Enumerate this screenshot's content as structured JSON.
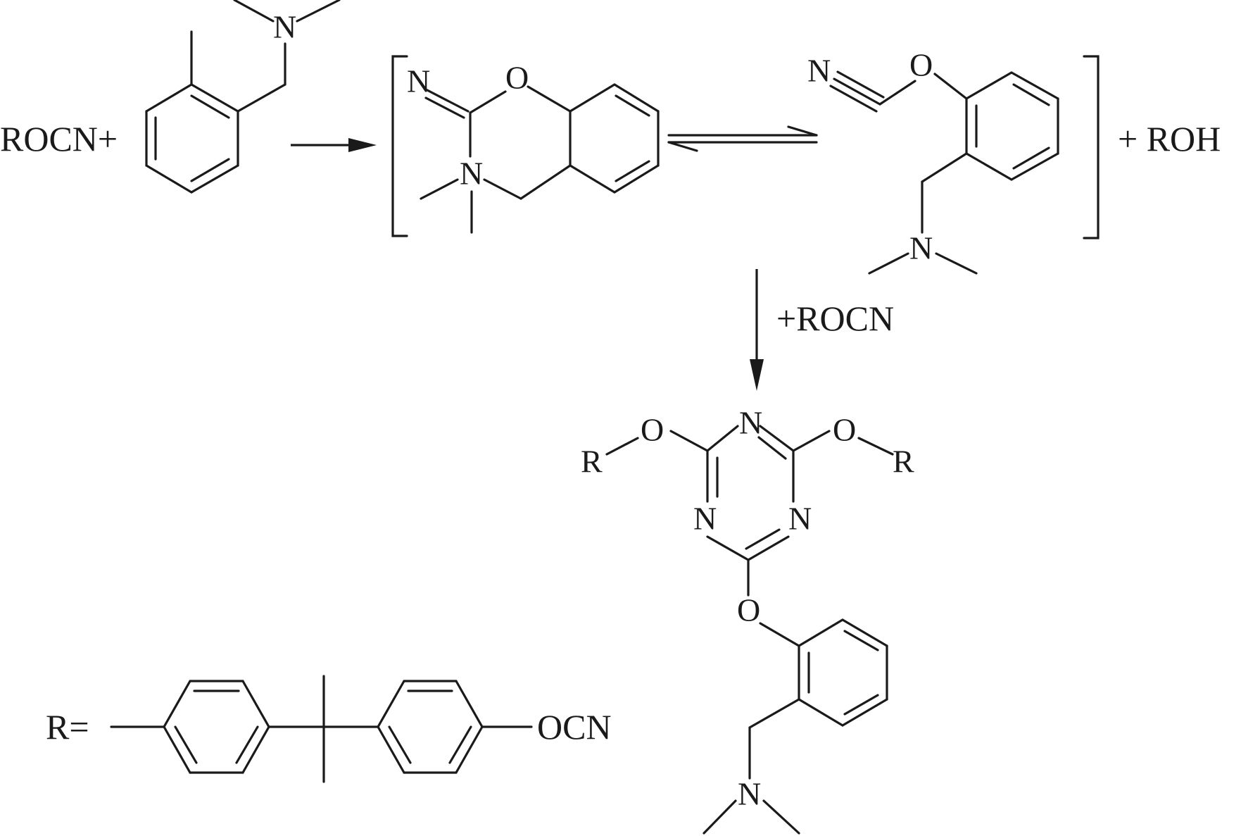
{
  "labels": {
    "reactant": "ROCN+",
    "n": "N",
    "o": "O",
    "r": "R",
    "plus_roh": "+ ROH",
    "plus_rocn": "+ROCN",
    "r_def": "R=",
    "ocn": "OCN"
  },
  "colors": {
    "ink": "#1a1a1a",
    "background": "#ffffff"
  }
}
